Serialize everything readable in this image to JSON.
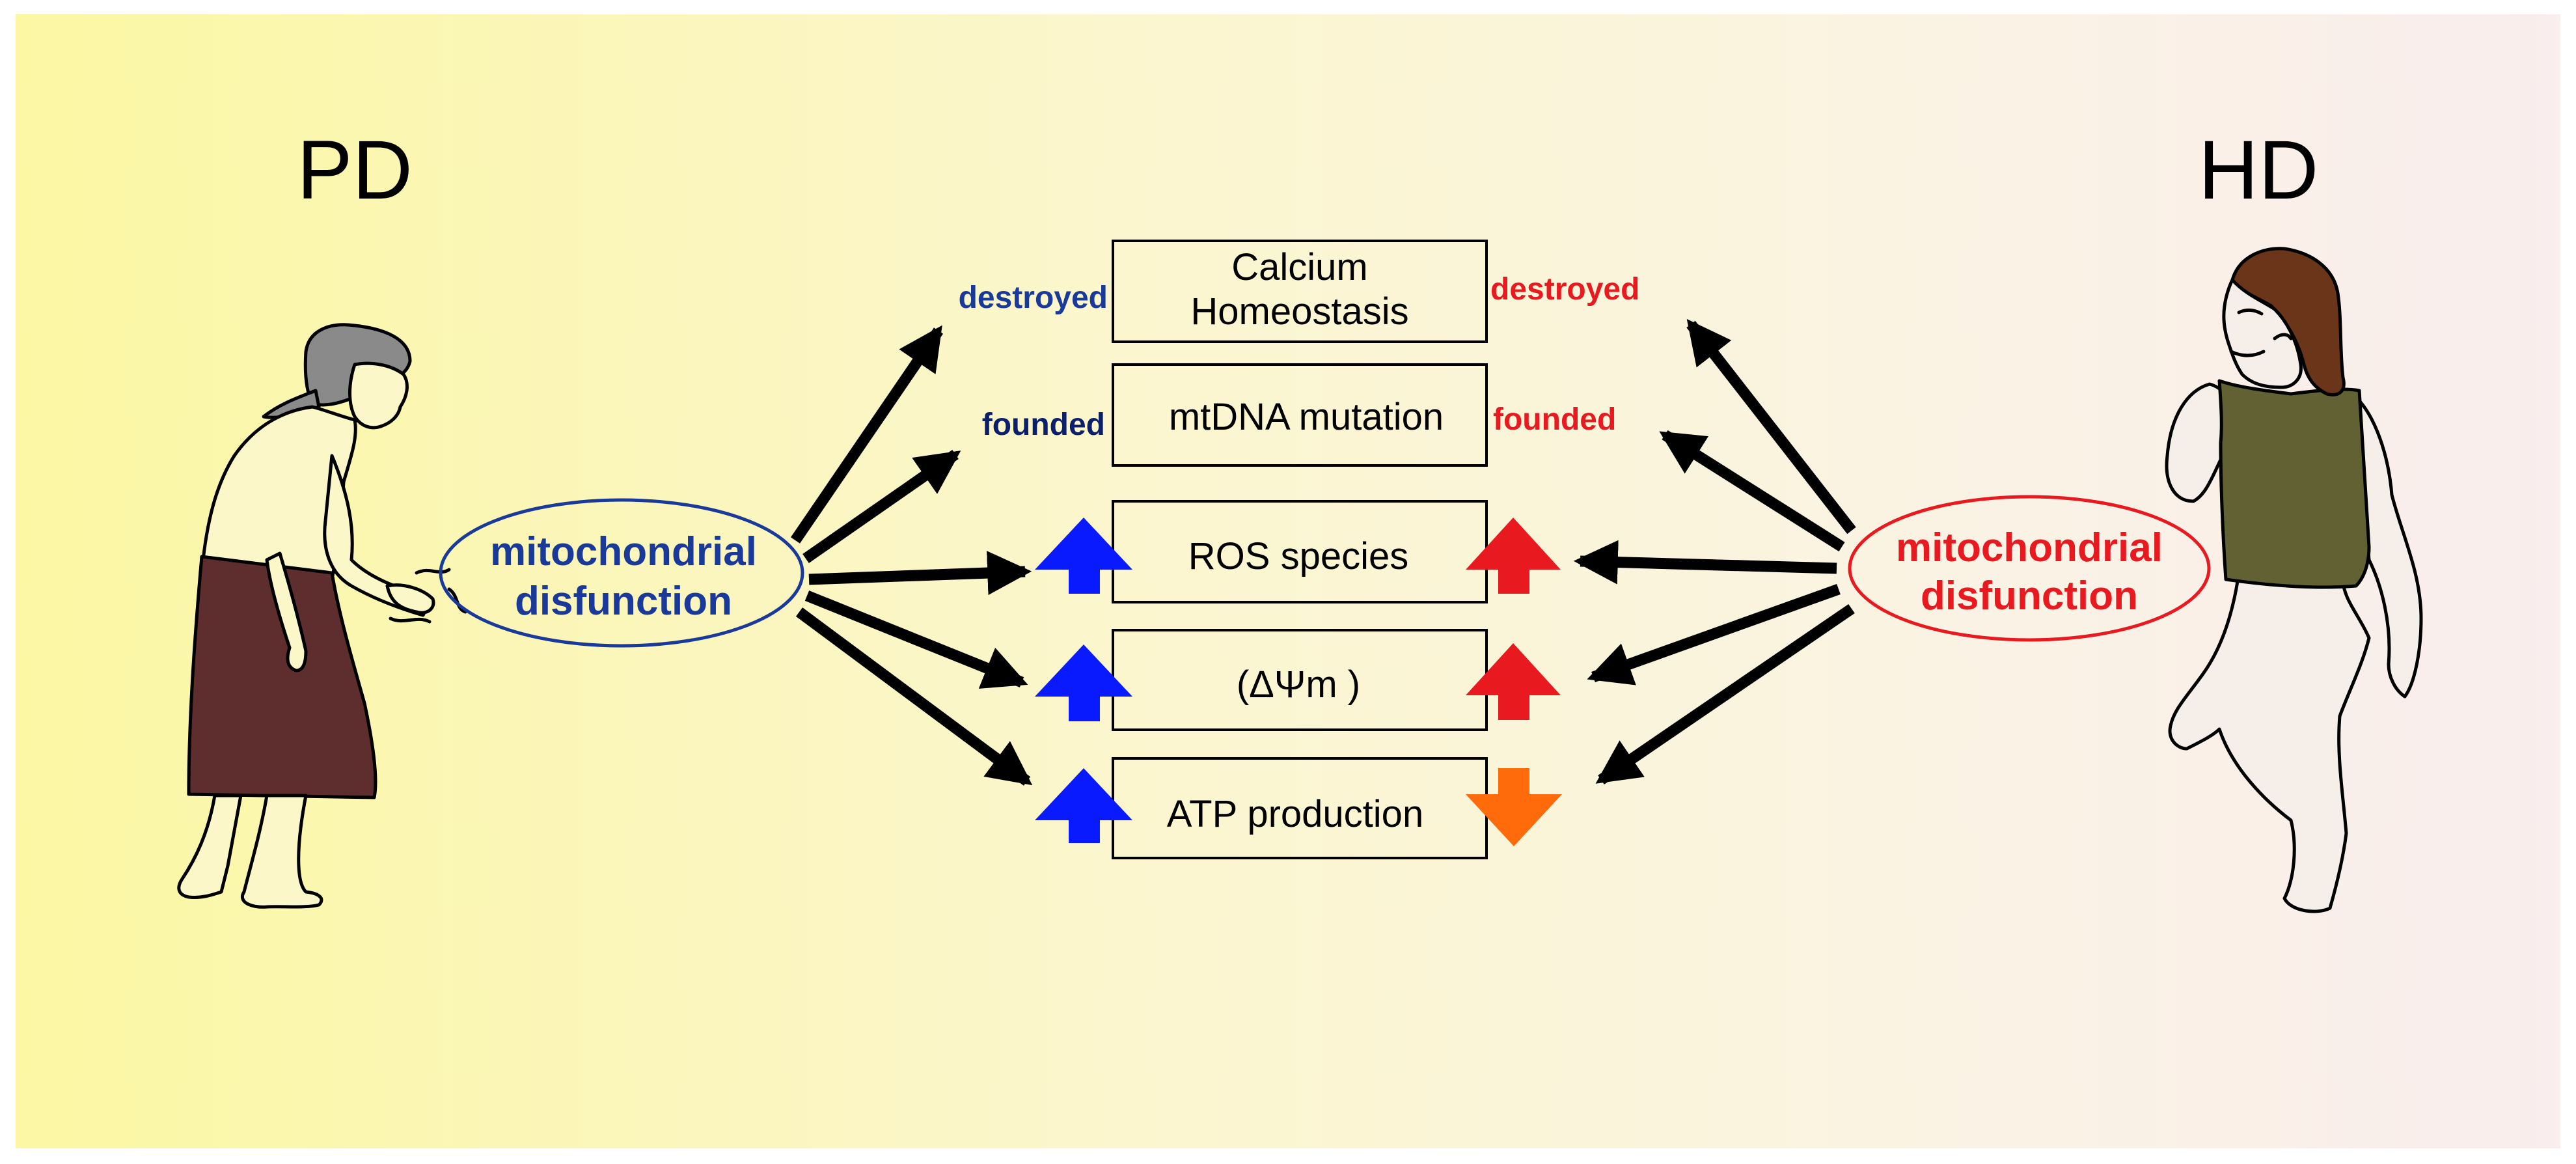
{
  "diagram": {
    "left_title": "PD",
    "right_title": "HD",
    "left_center": {
      "line1": "mitochondrial",
      "line2": "disfunction"
    },
    "right_center": {
      "line1": "mitochondrial",
      "line2": "disfunction"
    },
    "boxes": [
      {
        "line1": "Calcium",
        "line2": "Homeostasis"
      },
      {
        "label": "mtDNA mutation"
      },
      {
        "label": "ROS species"
      },
      {
        "label": "(ΔΨm )"
      },
      {
        "label": "ATP production"
      }
    ],
    "left_labels": {
      "calcium": "destroyed",
      "mtdna": "founded"
    },
    "right_labels": {
      "calcium": "destroyed",
      "mtdna": "founded"
    },
    "indicators": {
      "left": {
        "ros": "up",
        "membrane": "up",
        "atp": "up"
      },
      "right": {
        "ros": "up",
        "membrane": "up",
        "atp": "down"
      }
    },
    "colors": {
      "pd": "#1a3a9a",
      "pd_dark": "#0b1f6b",
      "hd": "#e8191f",
      "arrow_blue": "#0a1aff",
      "arrow_red": "#e8191f",
      "arrow_orange": "#ff6a0a",
      "skirt": "#5e2e2e",
      "shirt": "#616133",
      "hair_pd": "#8a8a8a",
      "hair_hd": "#6a3518"
    }
  }
}
